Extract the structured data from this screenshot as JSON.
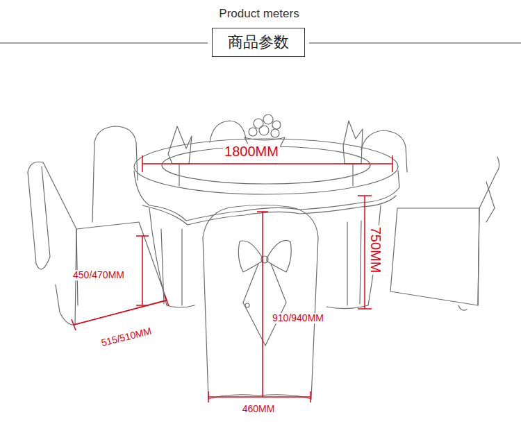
{
  "diagram": {
    "title": "Product meters",
    "nodes": [
      {
        "text": [
          "商品参数"
        ]
      }
    ],
    "labels": [
      "1800MM",
      "750MM",
      "450/470MM",
      "515/510MM",
      "910/940MM",
      "460MM"
    ]
  }
}
